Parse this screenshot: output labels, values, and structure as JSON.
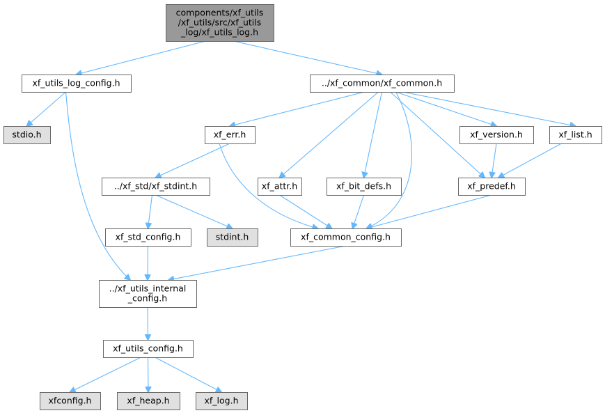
{
  "colors": {
    "focus_fill": "#999999",
    "file_fill": "#ffffff",
    "system_fill": "#e0e0e0",
    "border": "#666666",
    "edge": "#63b8ff"
  },
  "nodes": [
    {
      "id": "root",
      "kind": "focus",
      "lines": [
        "components/xf_utils",
        "/xf_utils/src/xf_utils",
        "_log/xf_utils_log.h"
      ]
    },
    {
      "id": "log_config",
      "kind": "file",
      "lines": [
        "xf_utils_log_config.h"
      ]
    },
    {
      "id": "common",
      "kind": "file",
      "lines": [
        "../xf_common/xf_common.h"
      ]
    },
    {
      "id": "stdio",
      "kind": "system",
      "lines": [
        "stdio.h"
      ]
    },
    {
      "id": "err",
      "kind": "file",
      "lines": [
        "xf_err.h"
      ]
    },
    {
      "id": "version",
      "kind": "file",
      "lines": [
        "xf_version.h"
      ]
    },
    {
      "id": "list",
      "kind": "file",
      "lines": [
        "xf_list.h"
      ]
    },
    {
      "id": "stdint_wrap",
      "kind": "file",
      "lines": [
        "../xf_std/xf_stdint.h"
      ]
    },
    {
      "id": "attr",
      "kind": "file",
      "lines": [
        "xf_attr.h"
      ]
    },
    {
      "id": "bit_defs",
      "kind": "file",
      "lines": [
        "xf_bit_defs.h"
      ]
    },
    {
      "id": "predef",
      "kind": "file",
      "lines": [
        "xf_predef.h"
      ]
    },
    {
      "id": "std_config",
      "kind": "file",
      "lines": [
        "xf_std_config.h"
      ]
    },
    {
      "id": "stdint",
      "kind": "system",
      "lines": [
        "stdint.h"
      ]
    },
    {
      "id": "common_config",
      "kind": "file",
      "lines": [
        "xf_common_config.h"
      ]
    },
    {
      "id": "internal_config",
      "kind": "file",
      "lines": [
        "../xf_utils_internal",
        "_config.h"
      ]
    },
    {
      "id": "utils_config",
      "kind": "file",
      "lines": [
        "xf_utils_config.h"
      ]
    },
    {
      "id": "xfconfig",
      "kind": "system",
      "lines": [
        "xfconfig.h"
      ]
    },
    {
      "id": "heap",
      "kind": "system",
      "lines": [
        "xf_heap.h"
      ]
    },
    {
      "id": "log",
      "kind": "system",
      "lines": [
        "xf_log.h"
      ]
    }
  ],
  "edges": [
    [
      "root",
      "log_config"
    ],
    [
      "root",
      "common"
    ],
    [
      "log_config",
      "stdio"
    ],
    [
      "log_config",
      "internal_config"
    ],
    [
      "common",
      "err"
    ],
    [
      "common",
      "attr"
    ],
    [
      "common",
      "bit_defs"
    ],
    [
      "common",
      "common_config"
    ],
    [
      "common",
      "predef"
    ],
    [
      "common",
      "version"
    ],
    [
      "common",
      "list"
    ],
    [
      "err",
      "stdint_wrap"
    ],
    [
      "err",
      "common_config"
    ],
    [
      "stdint_wrap",
      "std_config"
    ],
    [
      "stdint_wrap",
      "stdint"
    ],
    [
      "std_config",
      "internal_config"
    ],
    [
      "attr",
      "common_config"
    ],
    [
      "bit_defs",
      "common_config"
    ],
    [
      "version",
      "predef"
    ],
    [
      "list",
      "predef"
    ],
    [
      "predef",
      "common_config"
    ],
    [
      "common_config",
      "internal_config"
    ],
    [
      "internal_config",
      "utils_config"
    ],
    [
      "utils_config",
      "xfconfig"
    ],
    [
      "utils_config",
      "heap"
    ],
    [
      "utils_config",
      "log"
    ]
  ]
}
